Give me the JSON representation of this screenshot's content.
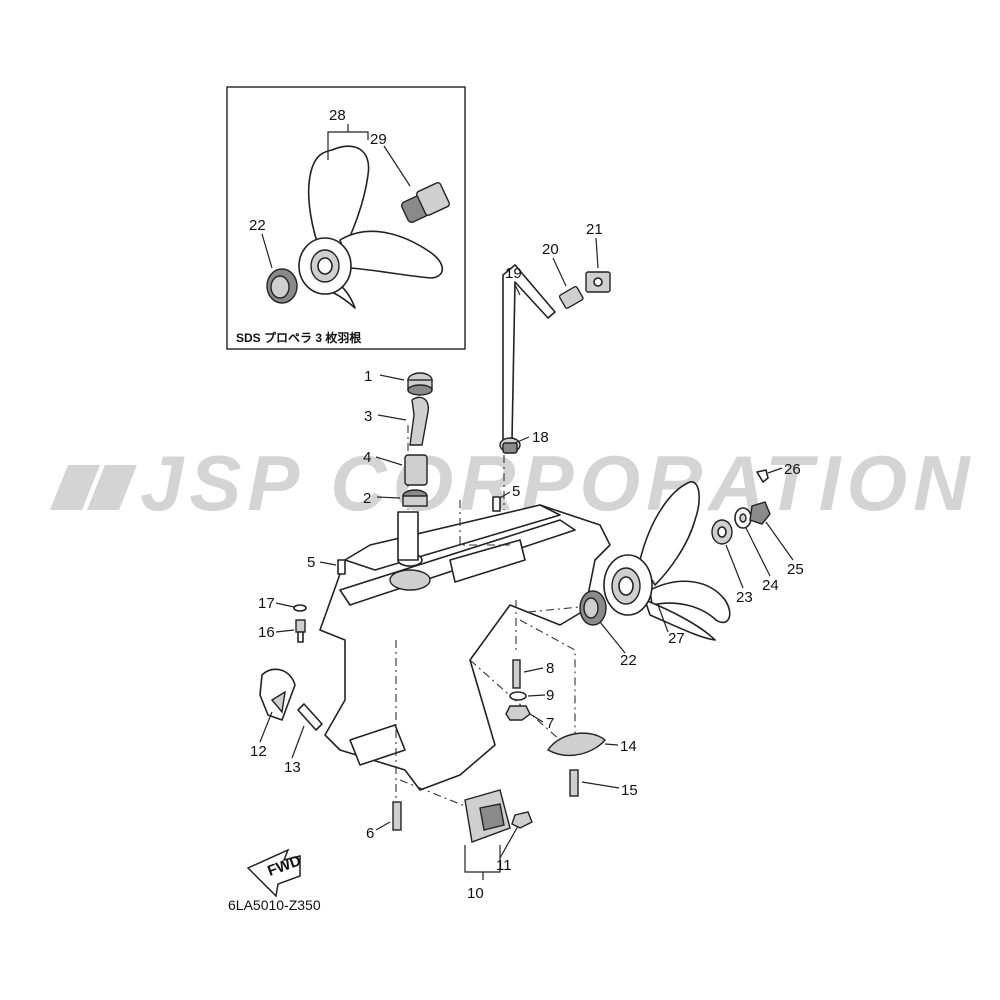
{
  "watermark": {
    "text": "JSP CORPORATION"
  },
  "inset": {
    "title": "SDS プロペラ 3 枚羽根"
  },
  "drawing_code": "6LA5010-Z350",
  "fwd_label": "FWD",
  "callouts": {
    "c1": "1",
    "c2": "2",
    "c3": "3",
    "c4": "4",
    "c5a": "5",
    "c5b": "5",
    "c6": "6",
    "c7": "7",
    "c8": "8",
    "c9": "9",
    "c10": "10",
    "c11": "11",
    "c12": "12",
    "c13": "13",
    "c14": "14",
    "c15": "15",
    "c16": "16",
    "c17": "17",
    "c18": "18",
    "c19": "19",
    "c20": "20",
    "c21": "21",
    "c22a": "22",
    "c22b": "22",
    "c23": "23",
    "c24": "24",
    "c25": "25",
    "c26": "26",
    "c27": "27",
    "c28": "28",
    "c29": "29"
  }
}
